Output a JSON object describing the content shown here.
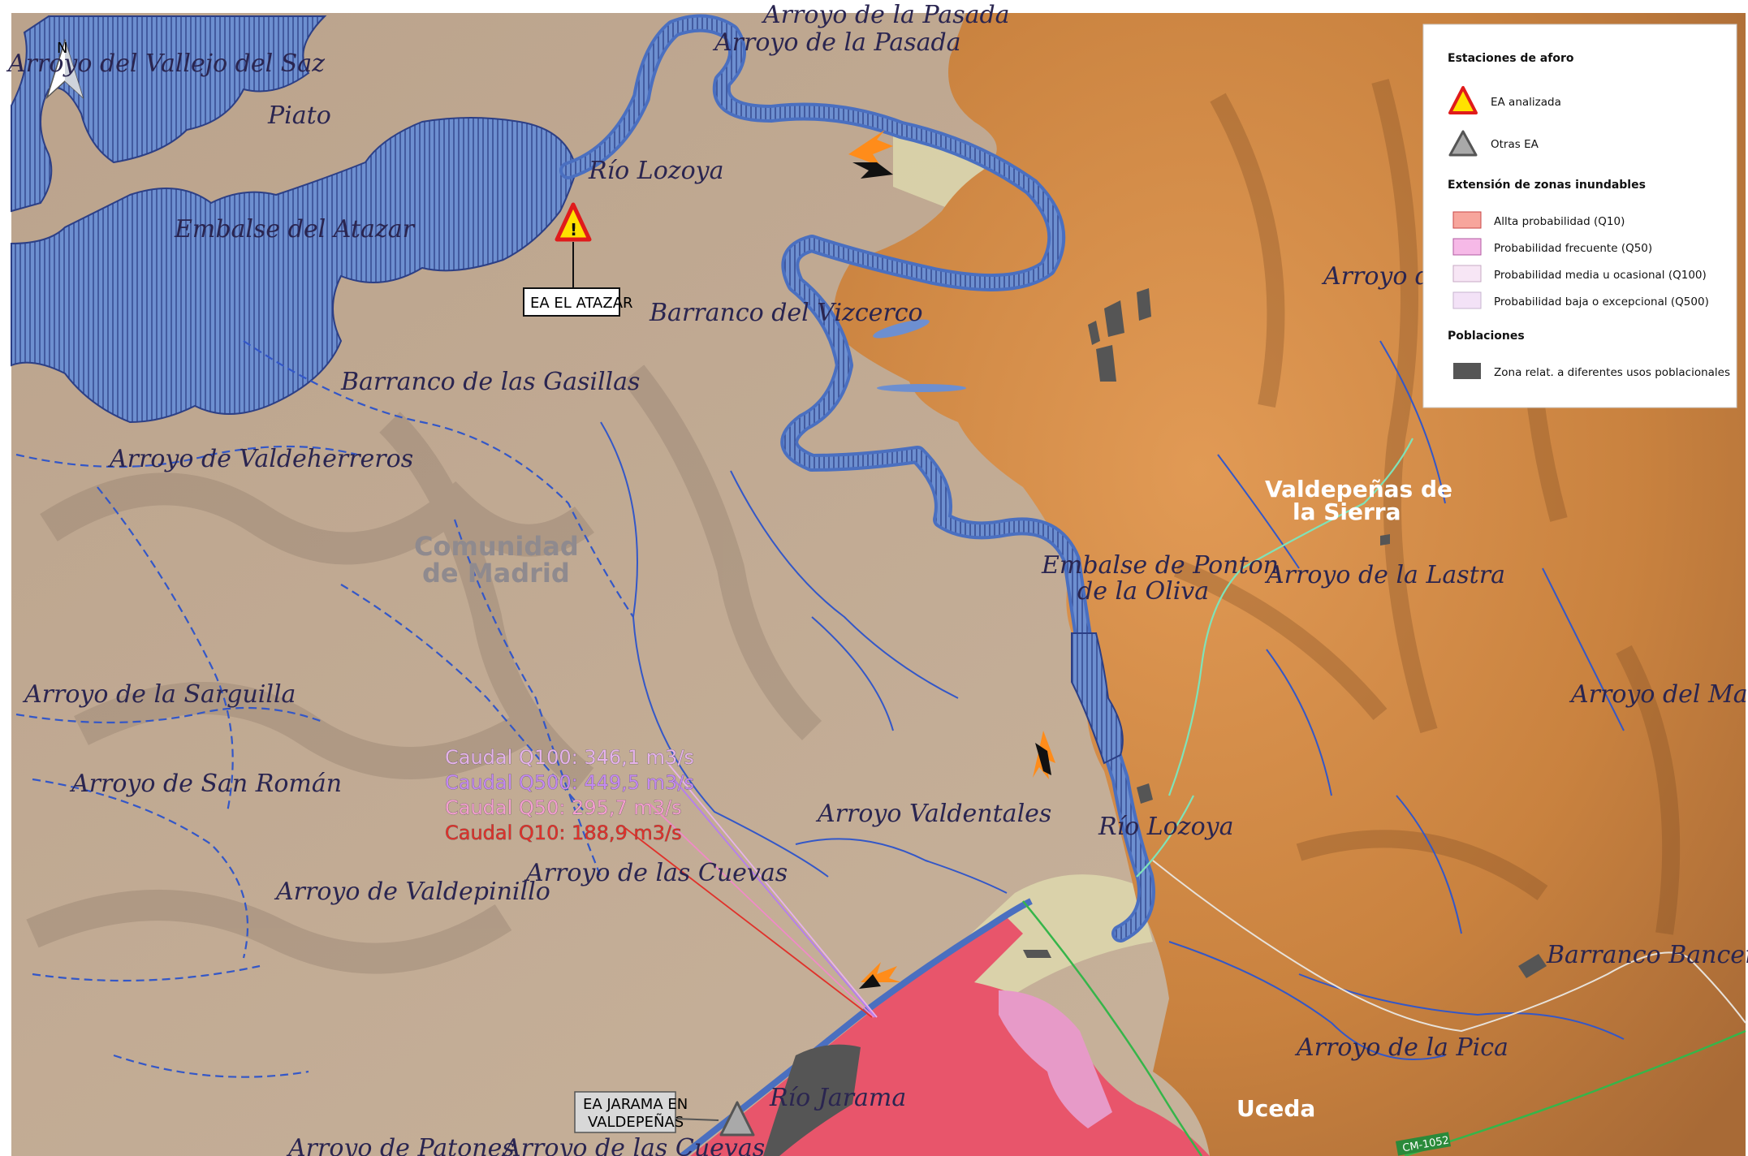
{
  "map": {
    "labels": {
      "vallejo_saz": "Arroyo del Vallejo del Saz",
      "pasada_top": "Arroyo de la Pasada",
      "pasada": "Arroyo de la Pasada",
      "piato": "Piato",
      "embalse_atazar": "Embalse del Atazar",
      "rio_lozoya_top": "Río Lozoya",
      "barranco_vizcerco": "Barranco del Vizcerco",
      "barranco_gasillas": "Barranco de las Gasillas",
      "arroyo_valdeherreros": "Arroyo de Valdeherreros",
      "region_line1": "Comunidad",
      "region_line2": "de Madrid",
      "arroyo_r": "Arroyo de R",
      "valdepenas_line1": "Valdepeñas de",
      "valdepenas_line2": "la Sierra",
      "embalse_ponton_line1": "Embalse de Ponton",
      "embalse_ponton_line2": "de la Oliva",
      "arroyo_lastra": "Arroyo de la Lastra",
      "arroyo_sarguilla": "Arroyo de la Sarguilla",
      "arroyo_madronal": "Arroyo del Madroñal",
      "arroyo_san_roman": "Arroyo de San Román",
      "arroyo_valdentales": "Arroyo Valdentales",
      "rio_lozoya_bottom": "Río Lozoya",
      "arroyo_cuevas": "Arroyo de las Cuevas",
      "arroyo_valdepinillo": "Arroyo de Valdepinillo",
      "barranco_bancerbero": "Barranco Bancerbero",
      "arroyo_pica": "Arroyo de la Pica",
      "rio_jarama": "Río Jarama",
      "uceda": "Uceda",
      "arroyo_patones": "Arroyo de Patones",
      "arroyo_cuevas_bottom": "Arroyo de las Cuevas",
      "road": "CM-1052",
      "north": "N"
    },
    "stations": {
      "atazar": "EA EL ATAZAR",
      "jarama_line1": "EA JARAMA EN",
      "jarama_line2": "VALDEPEÑAS"
    },
    "flow_labels": {
      "q100": "Caudal Q100: 346,1 m3/s",
      "q500": "Caudal Q500: 449,5 m3/s",
      "q50": "Caudal Q50: 295,7 m3/s",
      "q10": "Caudal Q10: 188,9 m3/s"
    },
    "colors": {
      "terrain": "#c8b49a",
      "mountains": "#cd8a4b",
      "water": "#6d8fd0",
      "floodplain": "#e0ddb0",
      "q10": "#e8556b",
      "q50": "#e79ac8",
      "q100_text": "#c887e6",
      "q500_text": "#b67cf0",
      "q50_text": "#f08ac8",
      "q10_text": "#e0312a",
      "urban": "#555555"
    }
  },
  "legend": {
    "stations_title": "Estaciones de aforo",
    "station_analyzed": "EA analizada",
    "station_other": "Otras EA",
    "flood_title": "Extensión de zonas inundables",
    "q10": "Allta probabilidad (Q10)",
    "q50": "Probabilidad frecuente (Q50)",
    "q100": "Probabilidad media u ocasional (Q100)",
    "q500": "Probabilidad baja o excepcional (Q500)",
    "pop_title": "Poblaciones",
    "pop_zone": "Zona relat. a diferentes usos poblacionales"
  }
}
